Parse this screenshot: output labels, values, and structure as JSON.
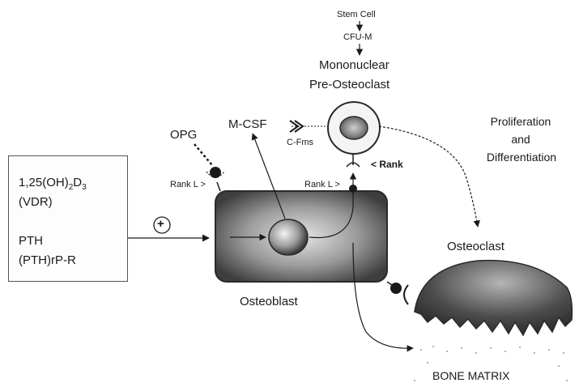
{
  "labels": {
    "stem_cell": "Stem Cell",
    "cfu_m": "CFU-M",
    "mononuclear": "Mononuclear",
    "pre_osteoclast": "Pre-Osteoclast",
    "m_csf": "M-CSF",
    "c_fms": "C-Fms",
    "opg": "OPG",
    "rank_l_left": "Rank L >",
    "rank_l_right": "Rank L >",
    "rank": "< Rank",
    "proliferation": "Proliferation",
    "and": "and",
    "differentiation": "Differentiation",
    "osteoclast": "Osteoclast",
    "osteoblast": "Osteoblast",
    "bone_matrix": "BONE MATRIX",
    "plus": "+"
  },
  "input_box": {
    "vitd_prefix": "1,25(OH)",
    "vitd_sub1": "2",
    "vitd_mid": "D",
    "vitd_sub2": "3",
    "vdr": "(VDR)",
    "pth": "PTH",
    "pthrp": "(PTH)rP-R"
  },
  "colors": {
    "ink": "#1a1a1a",
    "cell_dark": "#4a4a4a",
    "cell_light": "#cfcfcf"
  }
}
